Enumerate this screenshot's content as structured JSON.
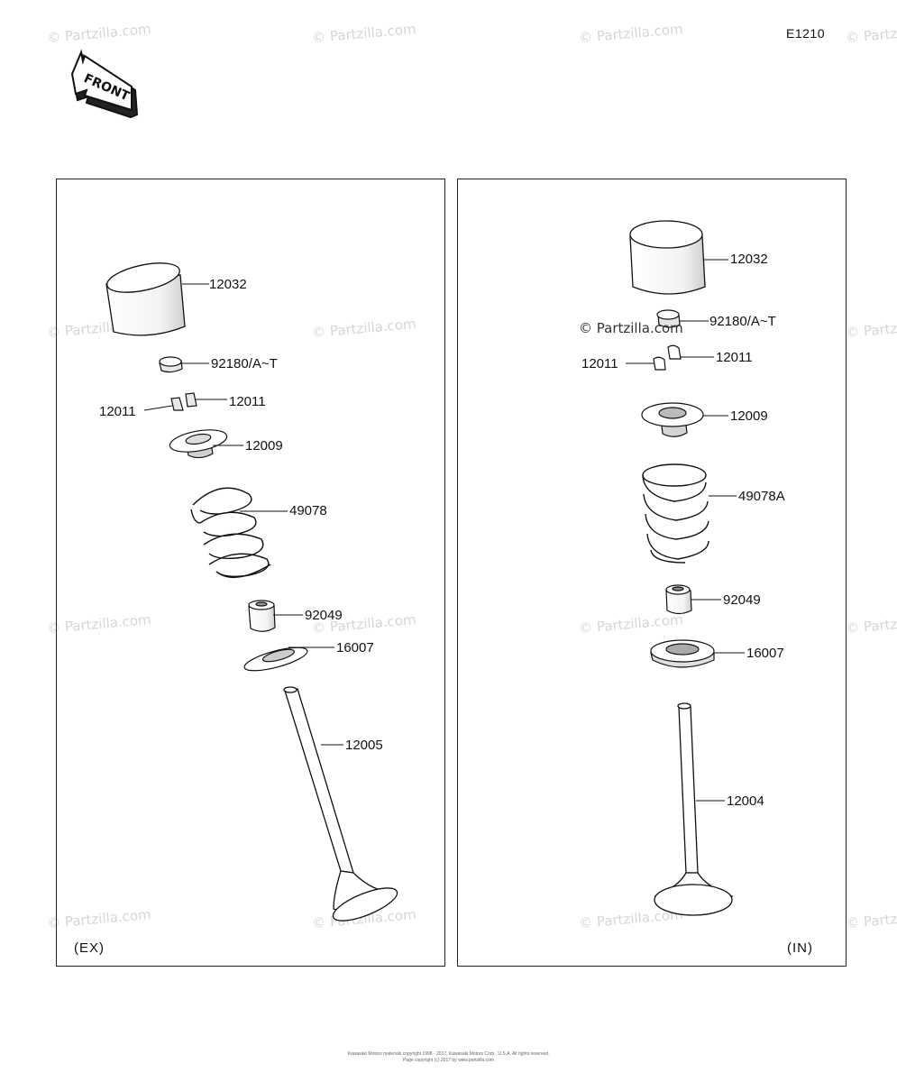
{
  "diagram_code": "E1210",
  "front_label": "FRONT",
  "watermark": "© Partzilla.com",
  "panels": {
    "exhaust": {
      "tag": "(EX)",
      "labels": {
        "tappet": "12032",
        "shim": "92180/A~T",
        "keeper_right": "12011",
        "keeper_left": "12011",
        "retainer": "12009",
        "spring": "49078",
        "stem_seal": "92049",
        "spring_seat": "16007",
        "valve": "12005"
      }
    },
    "intake": {
      "tag": "(IN)",
      "labels": {
        "tappet": "12032",
        "shim": "92180/A~T",
        "keeper_right": "12011",
        "keeper_left": "12011",
        "retainer": "12009",
        "spring": "49078A",
        "stem_seal": "92049",
        "spring_seat": "16007",
        "valve": "12004"
      }
    }
  },
  "footer": {
    "line1": "Kawasaki Motors materials copyright 1998 - 2017, Kawasaki Motors Corp., U.S.A. All rights reserved.",
    "line2": "Page copyright (c) 2017 by www.partzilla.com"
  }
}
